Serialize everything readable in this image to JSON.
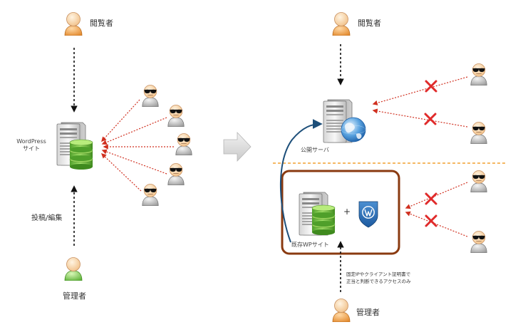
{
  "left": {
    "viewer_label": "閲覧者",
    "site_label_line1": "WordPress",
    "site_label_line2": "サイト",
    "action_label": "投稿/編集",
    "admin_label": "管理者"
  },
  "right": {
    "viewer_label": "閲覧者",
    "public_server_label": "公開サーバ",
    "existing_site_label": "既存WPサイト",
    "plus": "+",
    "note_line1": "固定IPやクライアント証明書で",
    "note_line2": "正当と判断できるアクセスのみ",
    "admin_label": "管理者"
  },
  "icons": {
    "viewer": "person-icon",
    "admin": "person-icon",
    "attacker": "attacker-sunglasses-icon",
    "server": "server-icon",
    "database": "database-icon",
    "globe": "globe-icon",
    "wordpress": "wordpress-shield-icon",
    "blocked": "blocked-x-icon",
    "transition": "arrow-right-icon"
  },
  "colors": {
    "attack_line": "#d03020",
    "block_x": "#e02a2a",
    "divider": "#f0a030",
    "frame": "#8a3a10",
    "deploy_arrow": "#1d4f7a"
  }
}
